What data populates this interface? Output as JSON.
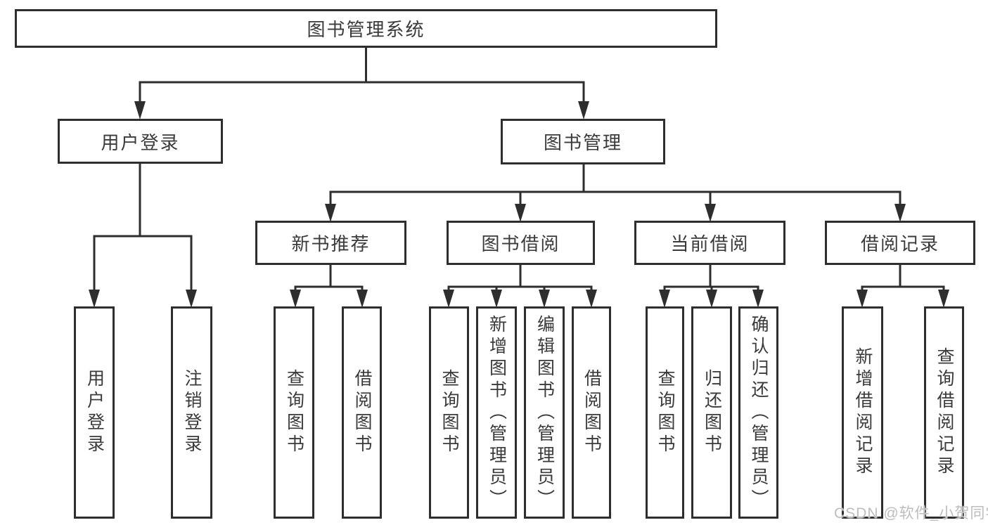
{
  "diagram": {
    "root": "图书管理系统",
    "level1": [
      {
        "label": "用户登录",
        "children": [
          "用户登录",
          "注销登录"
        ]
      },
      {
        "label": "图书管理",
        "children": [
          {
            "label": "新书推荐",
            "children": [
              "查询图书",
              "借阅图书"
            ]
          },
          {
            "label": "图书借阅",
            "children": [
              "查询图书",
              "新增图书（管理员）",
              "编辑图书（管理员）",
              "借阅图书"
            ]
          },
          {
            "label": "当前借阅",
            "children": [
              "查询图书",
              "归还图书",
              "确认归还（管理员）"
            ]
          },
          {
            "label": "借阅记录",
            "children": [
              "新增借阅记录",
              "查询借阅记录"
            ]
          }
        ]
      }
    ]
  },
  "watermark": "CSDN @软件_小贺同学",
  "colors": {
    "line": "#2e2e2e",
    "text": "#3a3a3a",
    "watermark": "#bdbdbd",
    "background": "#ffffff"
  }
}
